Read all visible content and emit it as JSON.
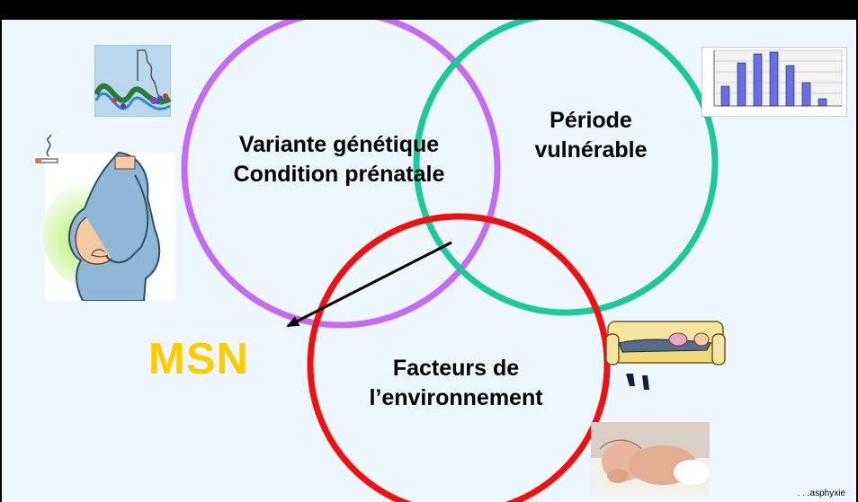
{
  "diagram": {
    "circles": [
      {
        "id": "genetic",
        "lines": [
          "Variante génétique",
          "Condition prénatale"
        ],
        "color": "#c36cf0"
      },
      {
        "id": "period",
        "lines": [
          "Période",
          "vulnérable"
        ],
        "color": "#1dc89a"
      },
      {
        "id": "environment",
        "lines": [
          "Facteurs de",
          "l’environnement"
        ],
        "color": "#ee1111"
      }
    ],
    "outcome": {
      "label": "MSN",
      "color": "#ffcc00"
    },
    "arrow_color": "#000000"
  },
  "footnote": ". . .asphyxie",
  "images": [
    {
      "name": "dna-image"
    },
    {
      "name": "pregnant-smoking-image"
    },
    {
      "name": "age-distribution-chart-image"
    },
    {
      "name": "sleeping-on-sofa-image"
    },
    {
      "name": "baby-prone-sleeping-image"
    }
  ],
  "colors": {
    "background": "#eef7ff",
    "frame": "#000000",
    "text": "#000000"
  }
}
